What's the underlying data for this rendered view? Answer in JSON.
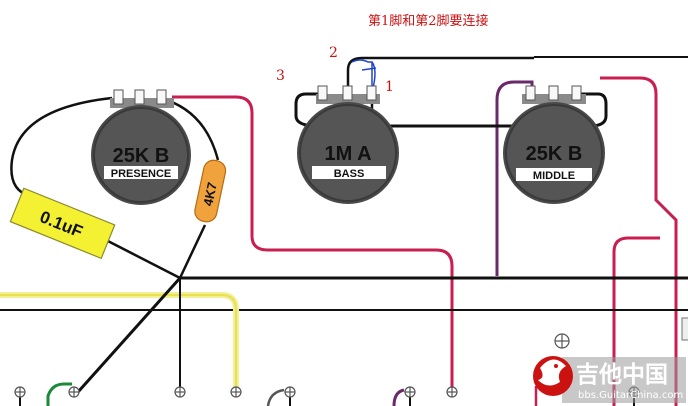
{
  "note": "第1脚和第2脚要连接",
  "pins": {
    "pin1": "1",
    "pin2": "2",
    "pin3": "3"
  },
  "pots": [
    {
      "value": "25K B",
      "label": "PRESENCE"
    },
    {
      "value": "1M A",
      "label": "BASS"
    },
    {
      "value": "25K B",
      "label": "MIDDLE"
    }
  ],
  "capacitor": {
    "value": "0.1uF"
  },
  "resistor": {
    "value": "4K7"
  },
  "watermark": {
    "name": "吉他中国",
    "url": "bbs.GuitarChina.com"
  },
  "colors": {
    "wire_red": "#c81e50",
    "wire_black": "#111111",
    "wire_purple": "#6a2a6a",
    "wire_yellow": "#e8e050",
    "wire_green": "#1a8a3a",
    "wire_blue": "#2244cc",
    "pot_body": "#4a4a4a",
    "capacitor": "#f4f032",
    "resistor": "#f0a23c"
  }
}
